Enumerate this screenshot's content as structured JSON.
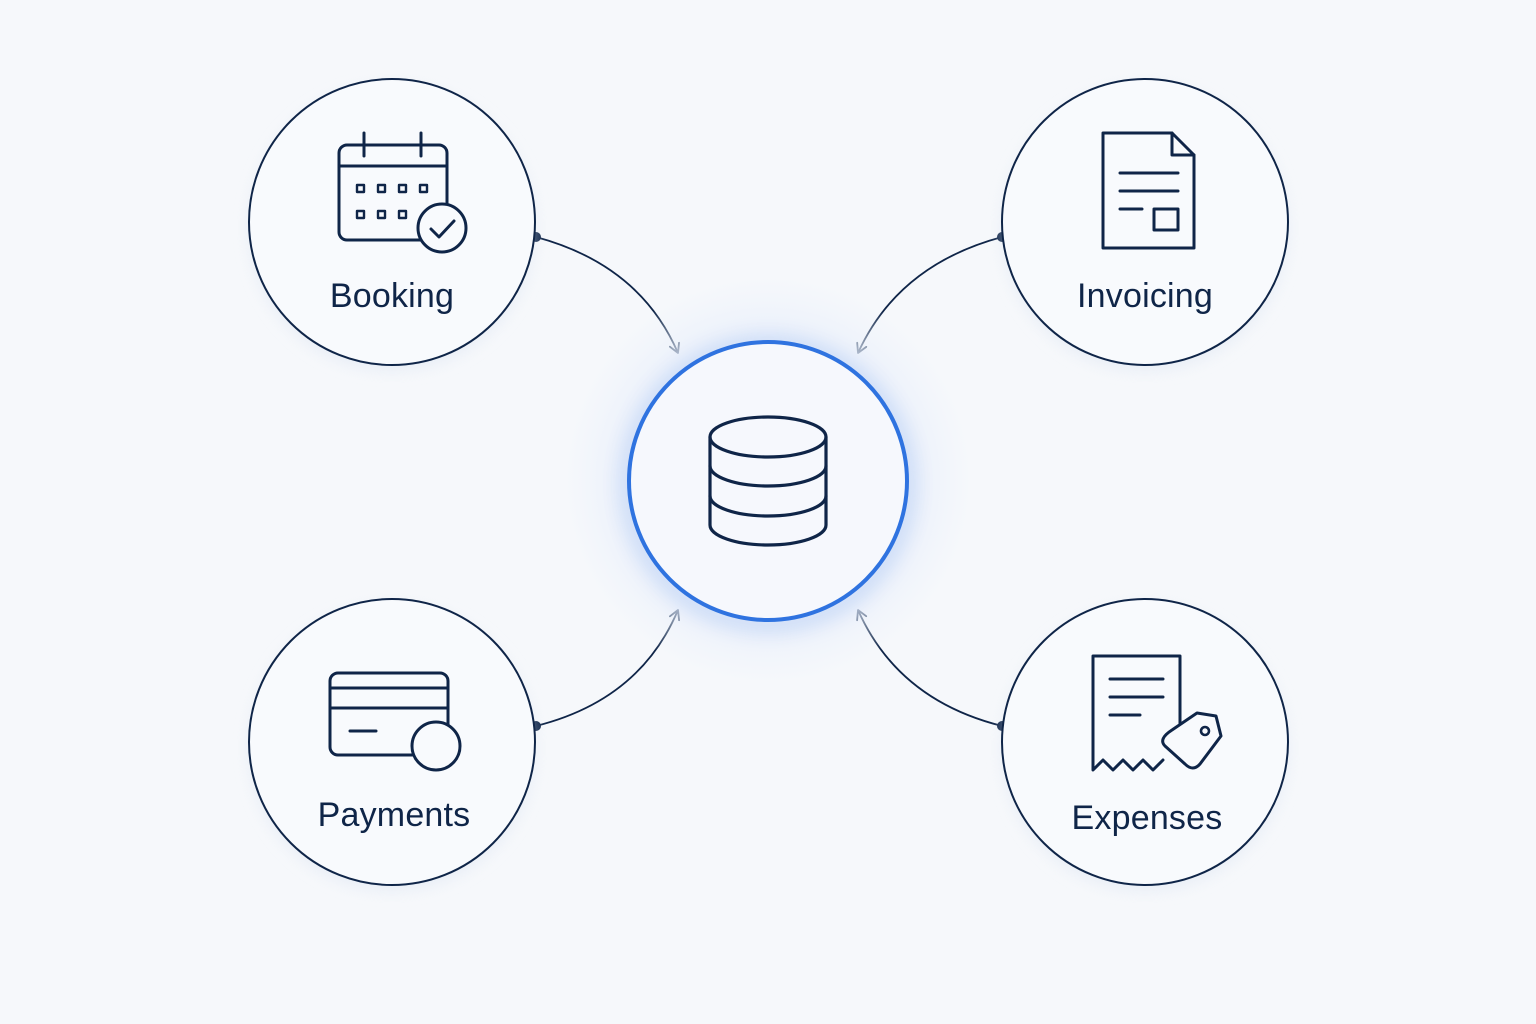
{
  "colors": {
    "background": "#f6f8fb",
    "ink": "#0f2548",
    "hub_ring": "#2f73e0",
    "hub_halo": "#e6eefb",
    "node_fill": "#f8fafd"
  },
  "hub": {
    "icon": "database-icon"
  },
  "nodes": [
    {
      "id": "booking",
      "label": "Booking",
      "icon": "calendar-check-icon"
    },
    {
      "id": "invoicing",
      "label": "Invoicing",
      "icon": "invoice-document-icon"
    },
    {
      "id": "payments",
      "label": "Payments",
      "icon": "credit-card-coin-icon"
    },
    {
      "id": "expenses",
      "label": "Expenses",
      "icon": "receipt-tag-icon"
    }
  ],
  "edges": [
    {
      "from": "booking",
      "to": "hub"
    },
    {
      "from": "invoicing",
      "to": "hub"
    },
    {
      "from": "payments",
      "to": "hub"
    },
    {
      "from": "expenses",
      "to": "hub"
    }
  ]
}
